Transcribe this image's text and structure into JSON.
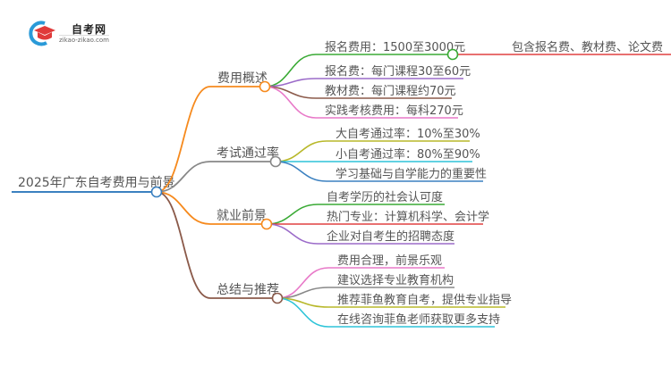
{
  "logo": {
    "name": "自考网",
    "url": "zikao-zikao.com"
  },
  "root": {
    "label": "2025年广东自考费用与前景",
    "color": "#3b80c0"
  },
  "branches": [
    {
      "label": "费用概述",
      "color": "#f68a1e",
      "children": [
        {
          "label": "报名费用：1500至3000元",
          "color": "#3aaa35",
          "note": {
            "label": "包含报名费、教材费、论文费",
            "color": "#e04040"
          }
        },
        {
          "label": "报名费：每门课程30至60元",
          "color": "#9b6bc9"
        },
        {
          "label": "教材费：每门课程约70元",
          "color": "#8b5a4a"
        },
        {
          "label": "实践考核费用：每科270元",
          "color": "#e879c8"
        }
      ]
    },
    {
      "label": "考试通过率",
      "color": "#888888",
      "children": [
        {
          "label": "大自考通过率：10%至30%",
          "color": "#b8b82a"
        },
        {
          "label": "小自考通过率：80%至90%",
          "color": "#2ec4d8"
        },
        {
          "label": "学习基础与自学能力的重要性",
          "color": "#3b80c0"
        }
      ]
    },
    {
      "label": "就业前景",
      "color": "#f68a1e",
      "children": [
        {
          "label": "自考学历的社会认可度",
          "color": "#3aaa35"
        },
        {
          "label": "热门专业：计算机科学、会计学",
          "color": "#e04040"
        },
        {
          "label": "企业对自考生的招聘态度",
          "color": "#9b6bc9"
        }
      ]
    },
    {
      "label": "总结与推荐",
      "color": "#8b5a4a",
      "children": [
        {
          "label": "费用合理，前景乐观",
          "color": "#e879c8"
        },
        {
          "label": "建议选择专业教育机构",
          "color": "#888888"
        },
        {
          "label": "推荐菲鱼教育自考，提供专业指导",
          "color": "#b8b82a"
        },
        {
          "label": "在线咨询菲鱼老师获取更多支持",
          "color": "#2ec4d8"
        }
      ]
    }
  ]
}
